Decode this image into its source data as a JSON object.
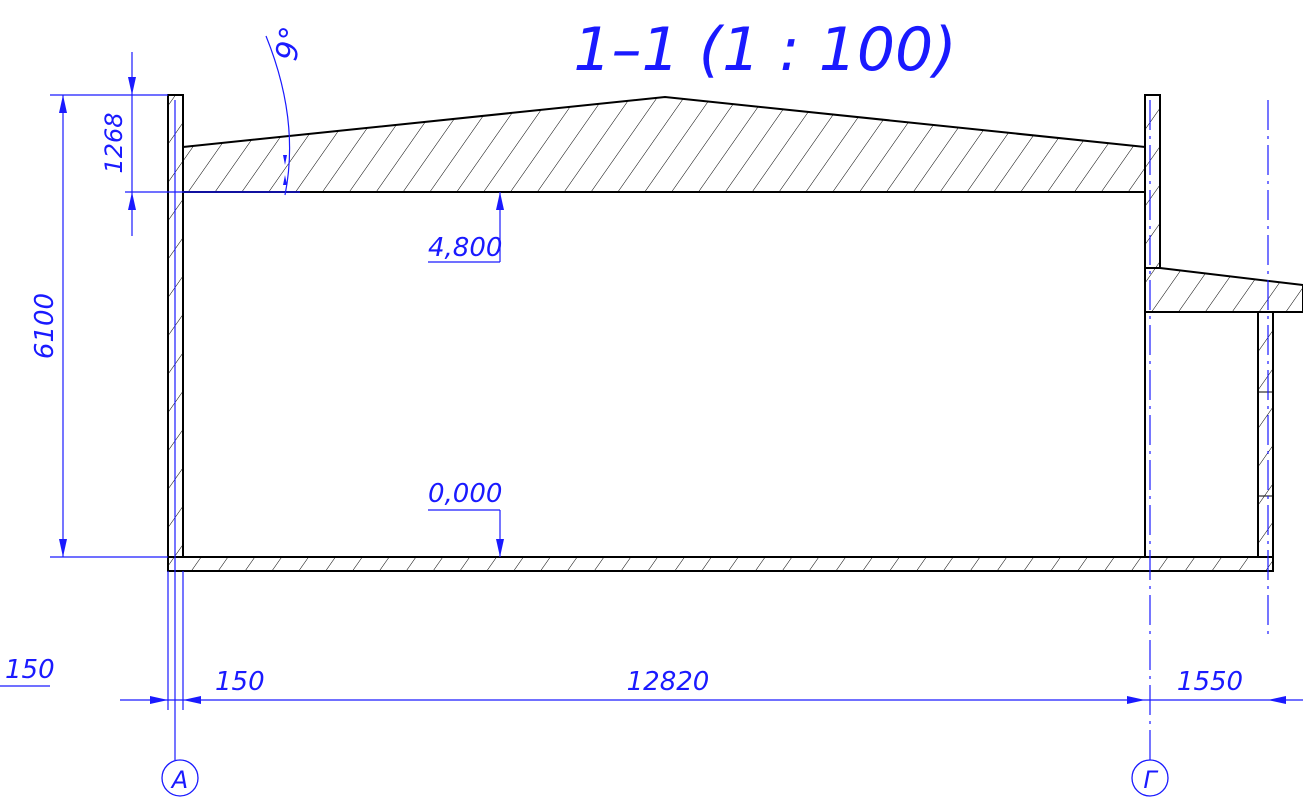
{
  "title": "1–1 (1 : 100)",
  "angle": "9°",
  "dims": {
    "height_total": "6100",
    "height_roof": "1268",
    "wall_left": "150",
    "span_main": "12820",
    "span_right": "1550",
    "wall_left_edge": "150"
  },
  "levels": {
    "ceiling": "4,800",
    "floor": "0,000"
  },
  "axes": {
    "left": "А",
    "right": "Г"
  },
  "colors": {
    "annotation": "#1a1aff",
    "lines": "#000000"
  }
}
